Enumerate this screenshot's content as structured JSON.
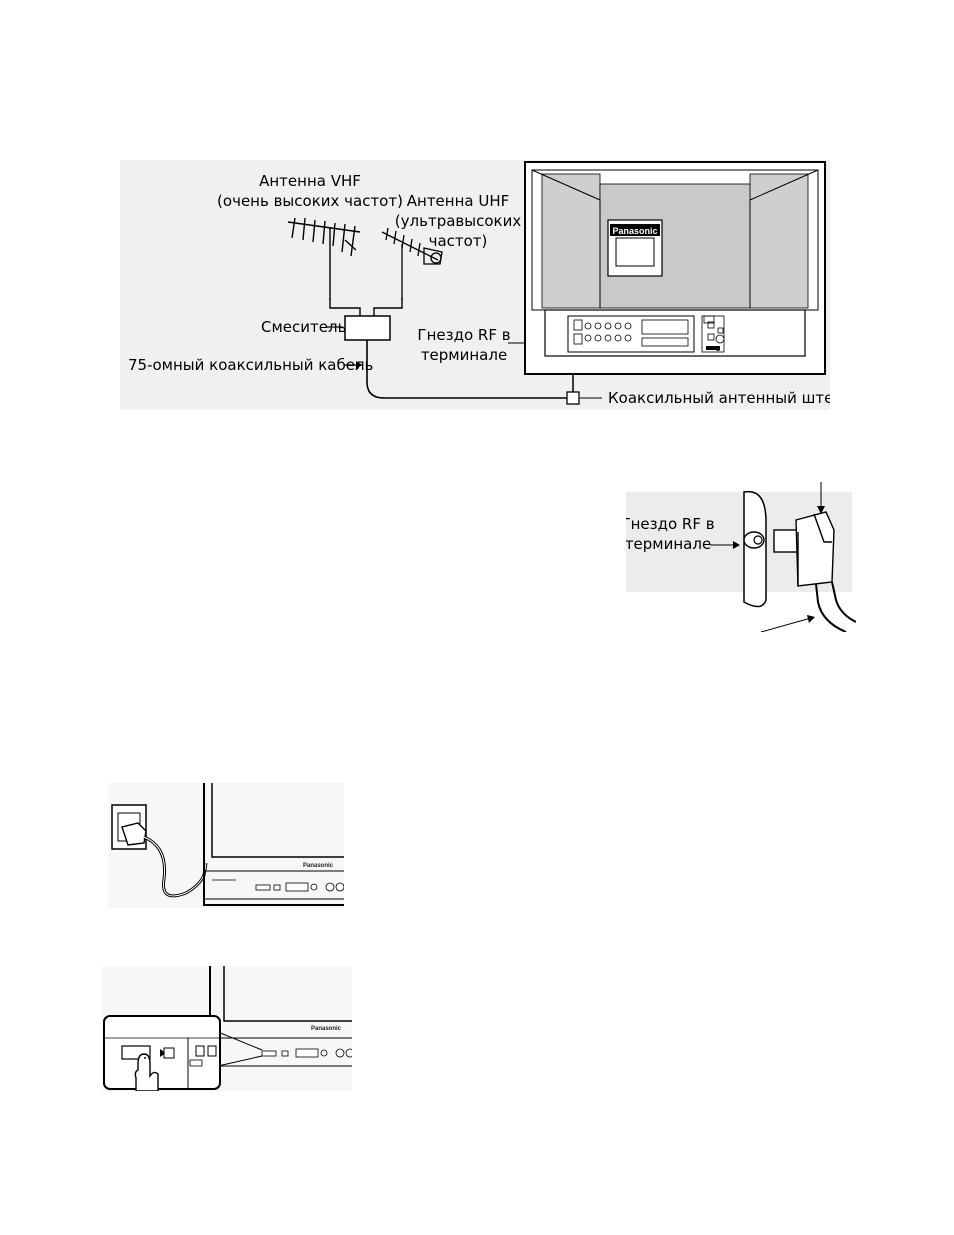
{
  "figure1": {
    "vhf_line1": "Антенна VHF",
    "vhf_line2": "(очень высоких частот)",
    "uhf_line1": "Антенна UHF",
    "uhf_line2": "(ультравысоких",
    "uhf_line3": "частот)",
    "mixer_label": "Смеситель",
    "cable_label": "75-омный коаксильный кабель",
    "rf_jack_line1": "Гнездо RF в",
    "rf_jack_line2": "терминале",
    "plug_label": "Коаксильный антенный штекер",
    "brand_logo": "Panasonic"
  },
  "figure2": {
    "rf_jack_line1": "Гнездо RF в",
    "rf_jack_line2": "терминале"
  },
  "figure3": {
    "brand_logo": "Panasonic"
  },
  "figure4": {
    "brand_logo": "Panasonic"
  }
}
